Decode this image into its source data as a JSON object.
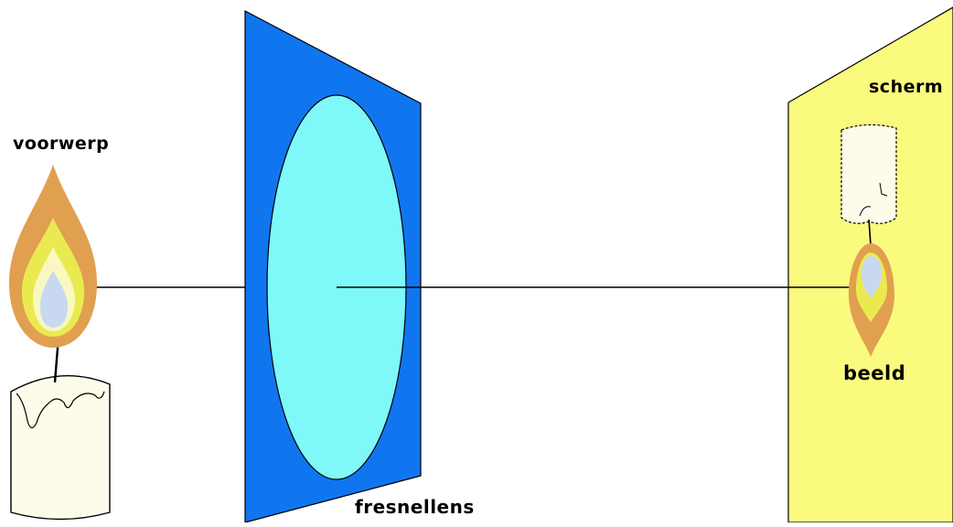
{
  "labels": {
    "object": "voorwerp",
    "lens": "fresnellens",
    "screen": "scherm",
    "image": "beeld"
  },
  "colors": {
    "lens_panel": "#1076f0",
    "lens_ellipse": "#7ef8f8",
    "screen_panel": "#fafa7e",
    "flame_outer": "#e0a050",
    "flame_middle": "#eaea50",
    "flame_inner": "#f8f8c0",
    "flame_core": "#c8d8f0",
    "candle_wax": "#fdfbea",
    "ray": "#000000"
  }
}
